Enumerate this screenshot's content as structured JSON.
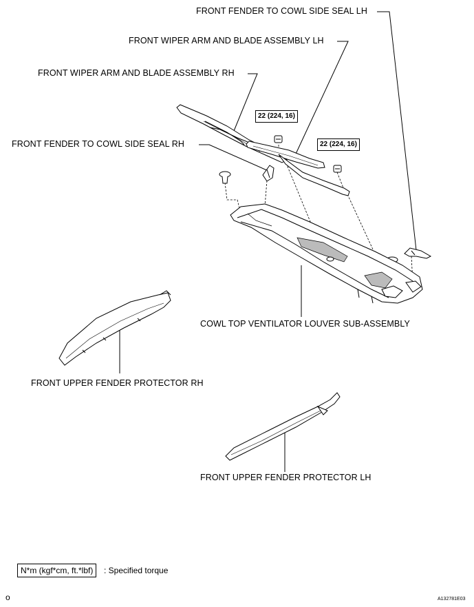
{
  "labels": {
    "seal_lh": "FRONT FENDER TO COWL SIDE SEAL LH",
    "wiper_lh": "FRONT WIPER ARM AND BLADE ASSEMBLY LH",
    "wiper_rh": "FRONT WIPER ARM AND BLADE ASSEMBLY RH",
    "seal_rh": "FRONT FENDER TO COWL SIDE SEAL RH",
    "louver": "COWL TOP VENTILATOR LOUVER SUB-ASSEMBLY",
    "protector_rh": "FRONT UPPER FENDER PROTECTOR RH",
    "protector_lh": "FRONT UPPER FENDER PROTECTOR LH"
  },
  "torque": {
    "nut_rh": "22 (224, 16)",
    "nut_lh": "22 (224, 16)"
  },
  "legend": {
    "unit": "N*m (kgf*cm, ft.*lbf)",
    "description": ": Specified torque"
  },
  "footer": {
    "left_mark": "o",
    "figure_id": "A132781E03"
  }
}
